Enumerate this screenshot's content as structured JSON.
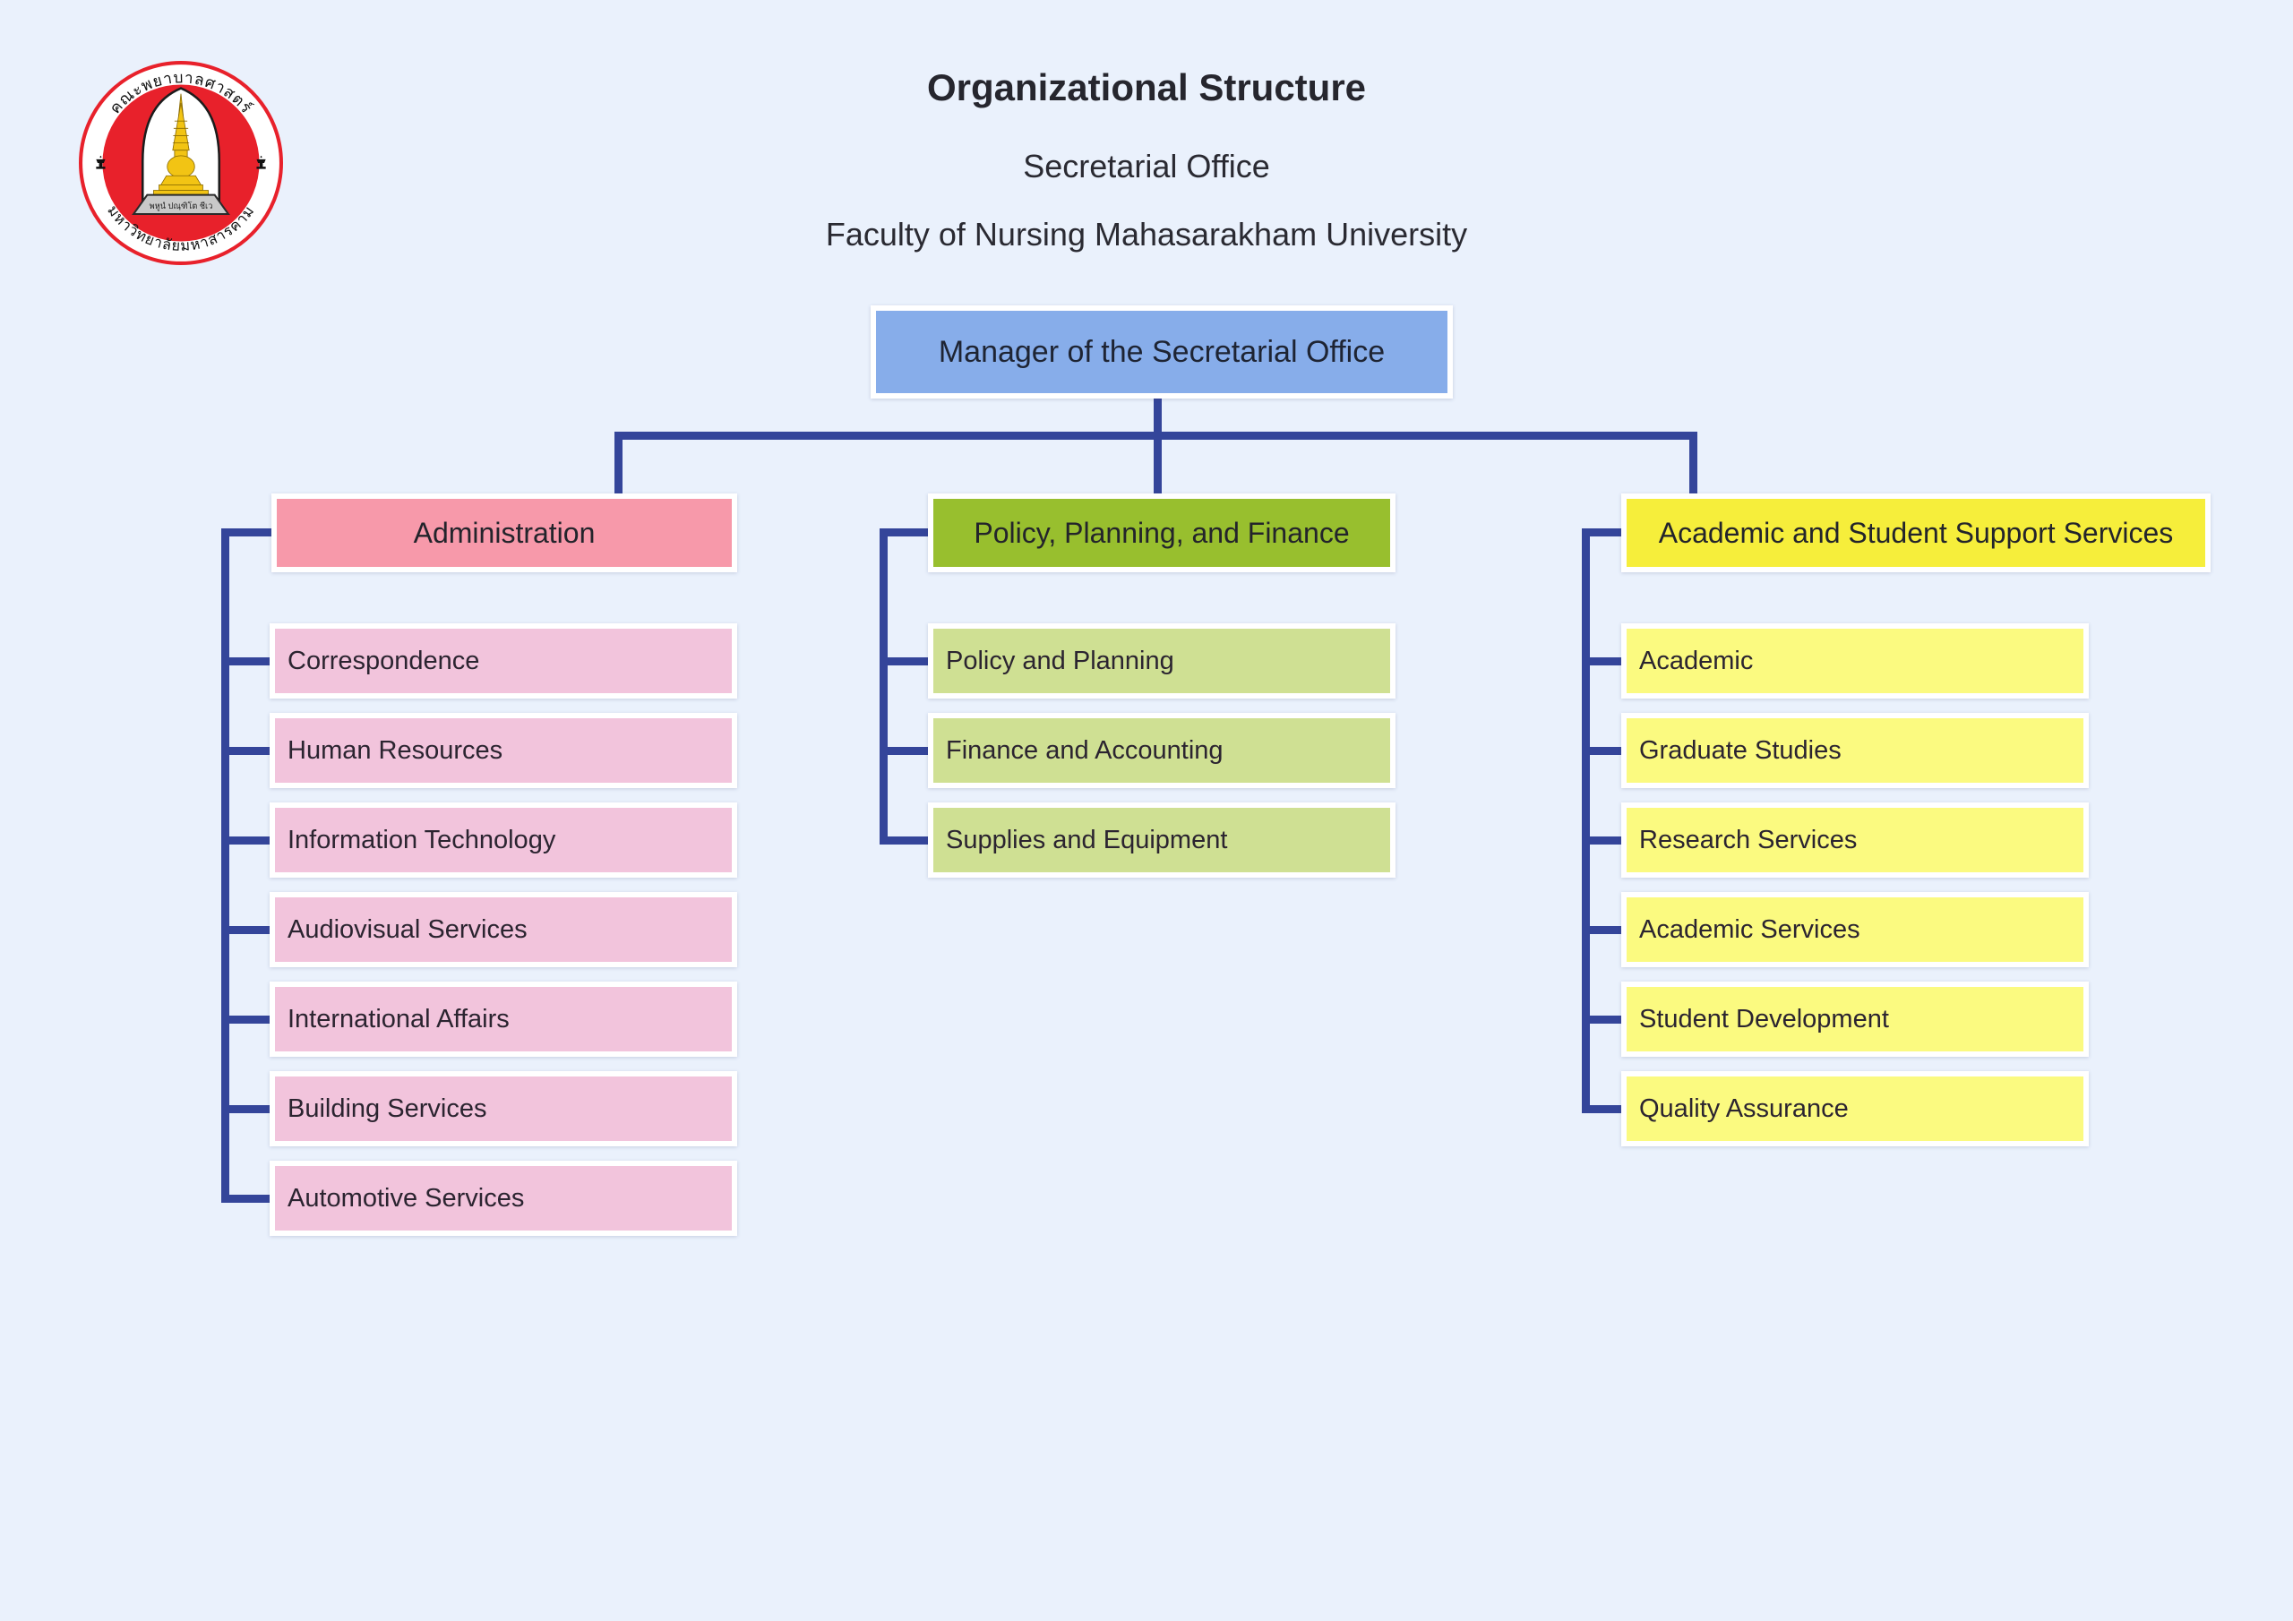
{
  "page": {
    "background": "#EAF1FC",
    "connector_color": "#34459A",
    "box_border_color": "#FFFFFF"
  },
  "logo": {
    "top_text": "คณะพยาบาลศาสตร์",
    "bottom_text": "มหาวิทยาลัยมหาสารคาม",
    "motto": "พหูนํ ปณฺฑิโต ชีเว",
    "ring_color": "#E8212B",
    "gold_color": "#F2C414"
  },
  "titles": {
    "main": "Organizational Structure",
    "sub1": "Secretarial Office",
    "sub2": "Faculty of Nursing Mahasarakham University"
  },
  "manager": {
    "label": "Manager of the Secretarial Office",
    "fill": "#87ADEA"
  },
  "branches": [
    {
      "label": "Administration",
      "header_fill": "#F799AA",
      "child_fill": "#F2C4DC",
      "children": [
        "Correspondence",
        "Human Resources",
        "Information Technology",
        "Audiovisual Services",
        "International Affairs",
        "Building Services",
        "Automotive Services"
      ]
    },
    {
      "label": "Policy, Planning, and Finance",
      "header_fill": "#98BF2E",
      "child_fill": "#CFE093",
      "children": [
        "Policy and Planning",
        "Finance and Accounting",
        "Supplies and Equipment"
      ]
    },
    {
      "label": "Academic and Student Support Services",
      "header_fill": "#F6EE3B",
      "child_fill": "#FBFA80",
      "children": [
        "Academic",
        "Graduate Studies",
        "Research Services",
        "Academic Services",
        "Student Development",
        "Quality Assurance"
      ]
    }
  ]
}
